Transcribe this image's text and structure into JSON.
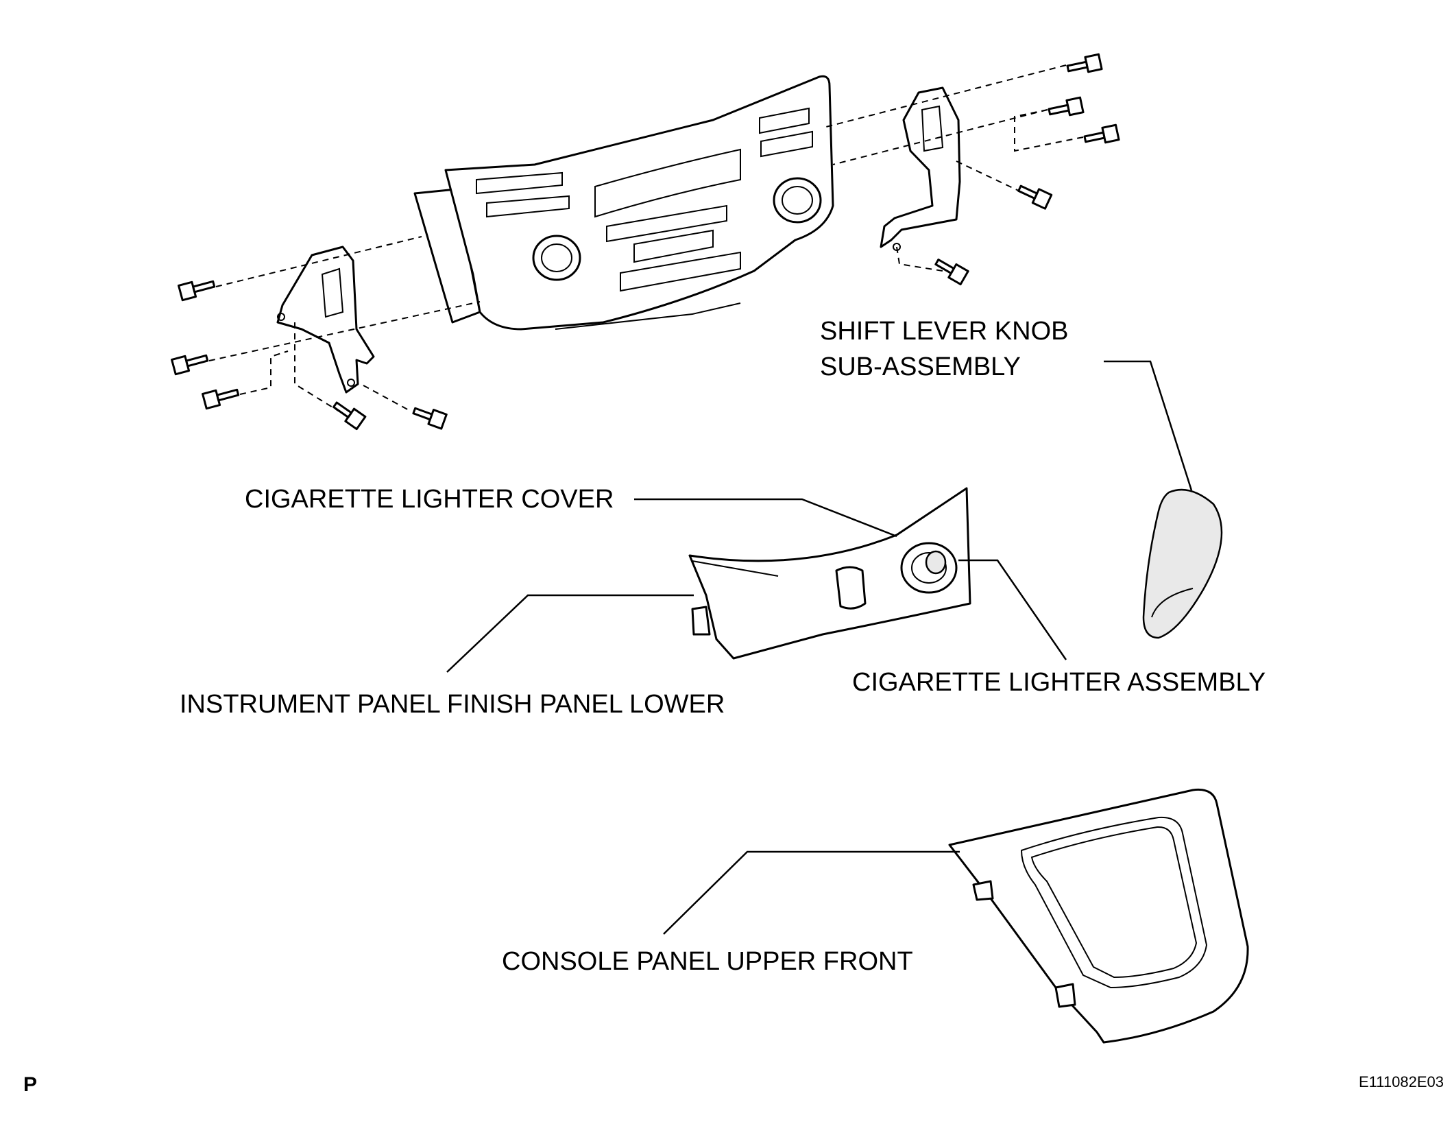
{
  "labels": {
    "shift_lever_knob_line1": "SHIFT LEVER KNOB",
    "shift_lever_knob_line2": "SUB-ASSEMBLY",
    "cigarette_lighter_cover": "CIGARETTE LIGHTER COVER",
    "instrument_panel_finish_panel_lower": "INSTRUMENT PANEL FINISH PANEL LOWER",
    "cigarette_lighter_assembly": "CIGARETTE LIGHTER ASSEMBLY",
    "console_panel_upper_front": "CONSOLE PANEL UPPER FRONT"
  },
  "corner_mark": "P",
  "figure_code": "E111082E03"
}
